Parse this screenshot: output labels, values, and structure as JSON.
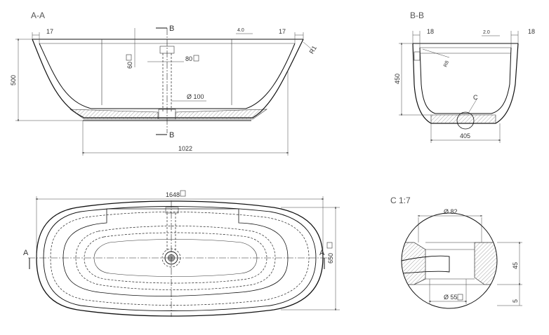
{
  "views": {
    "section_aa": {
      "title": "A-A",
      "dims": {
        "rim_left": "17",
        "rim_right": "17",
        "slope": "4.0",
        "radius": "R1",
        "height": "500",
        "overflow_h": "60",
        "overflow_w": "80",
        "drain_dia": "Ø 100",
        "bottom_len": "1022"
      },
      "cut_label": "B"
    },
    "section_bb": {
      "title": "B-B",
      "dims": {
        "rim_left": "18",
        "rim_right": "18",
        "slope": "2.0",
        "wall": "R8",
        "height": "450",
        "bottom": "405"
      },
      "detail_ref": "C"
    },
    "plan": {
      "length": "1648",
      "width": "650",
      "cut_label": "A"
    },
    "detail_c": {
      "title": "C 1:7",
      "dims": {
        "top_dia": "Ø 82",
        "bottom_dia": "Ø 55",
        "height": "45",
        "base": "5"
      }
    }
  }
}
